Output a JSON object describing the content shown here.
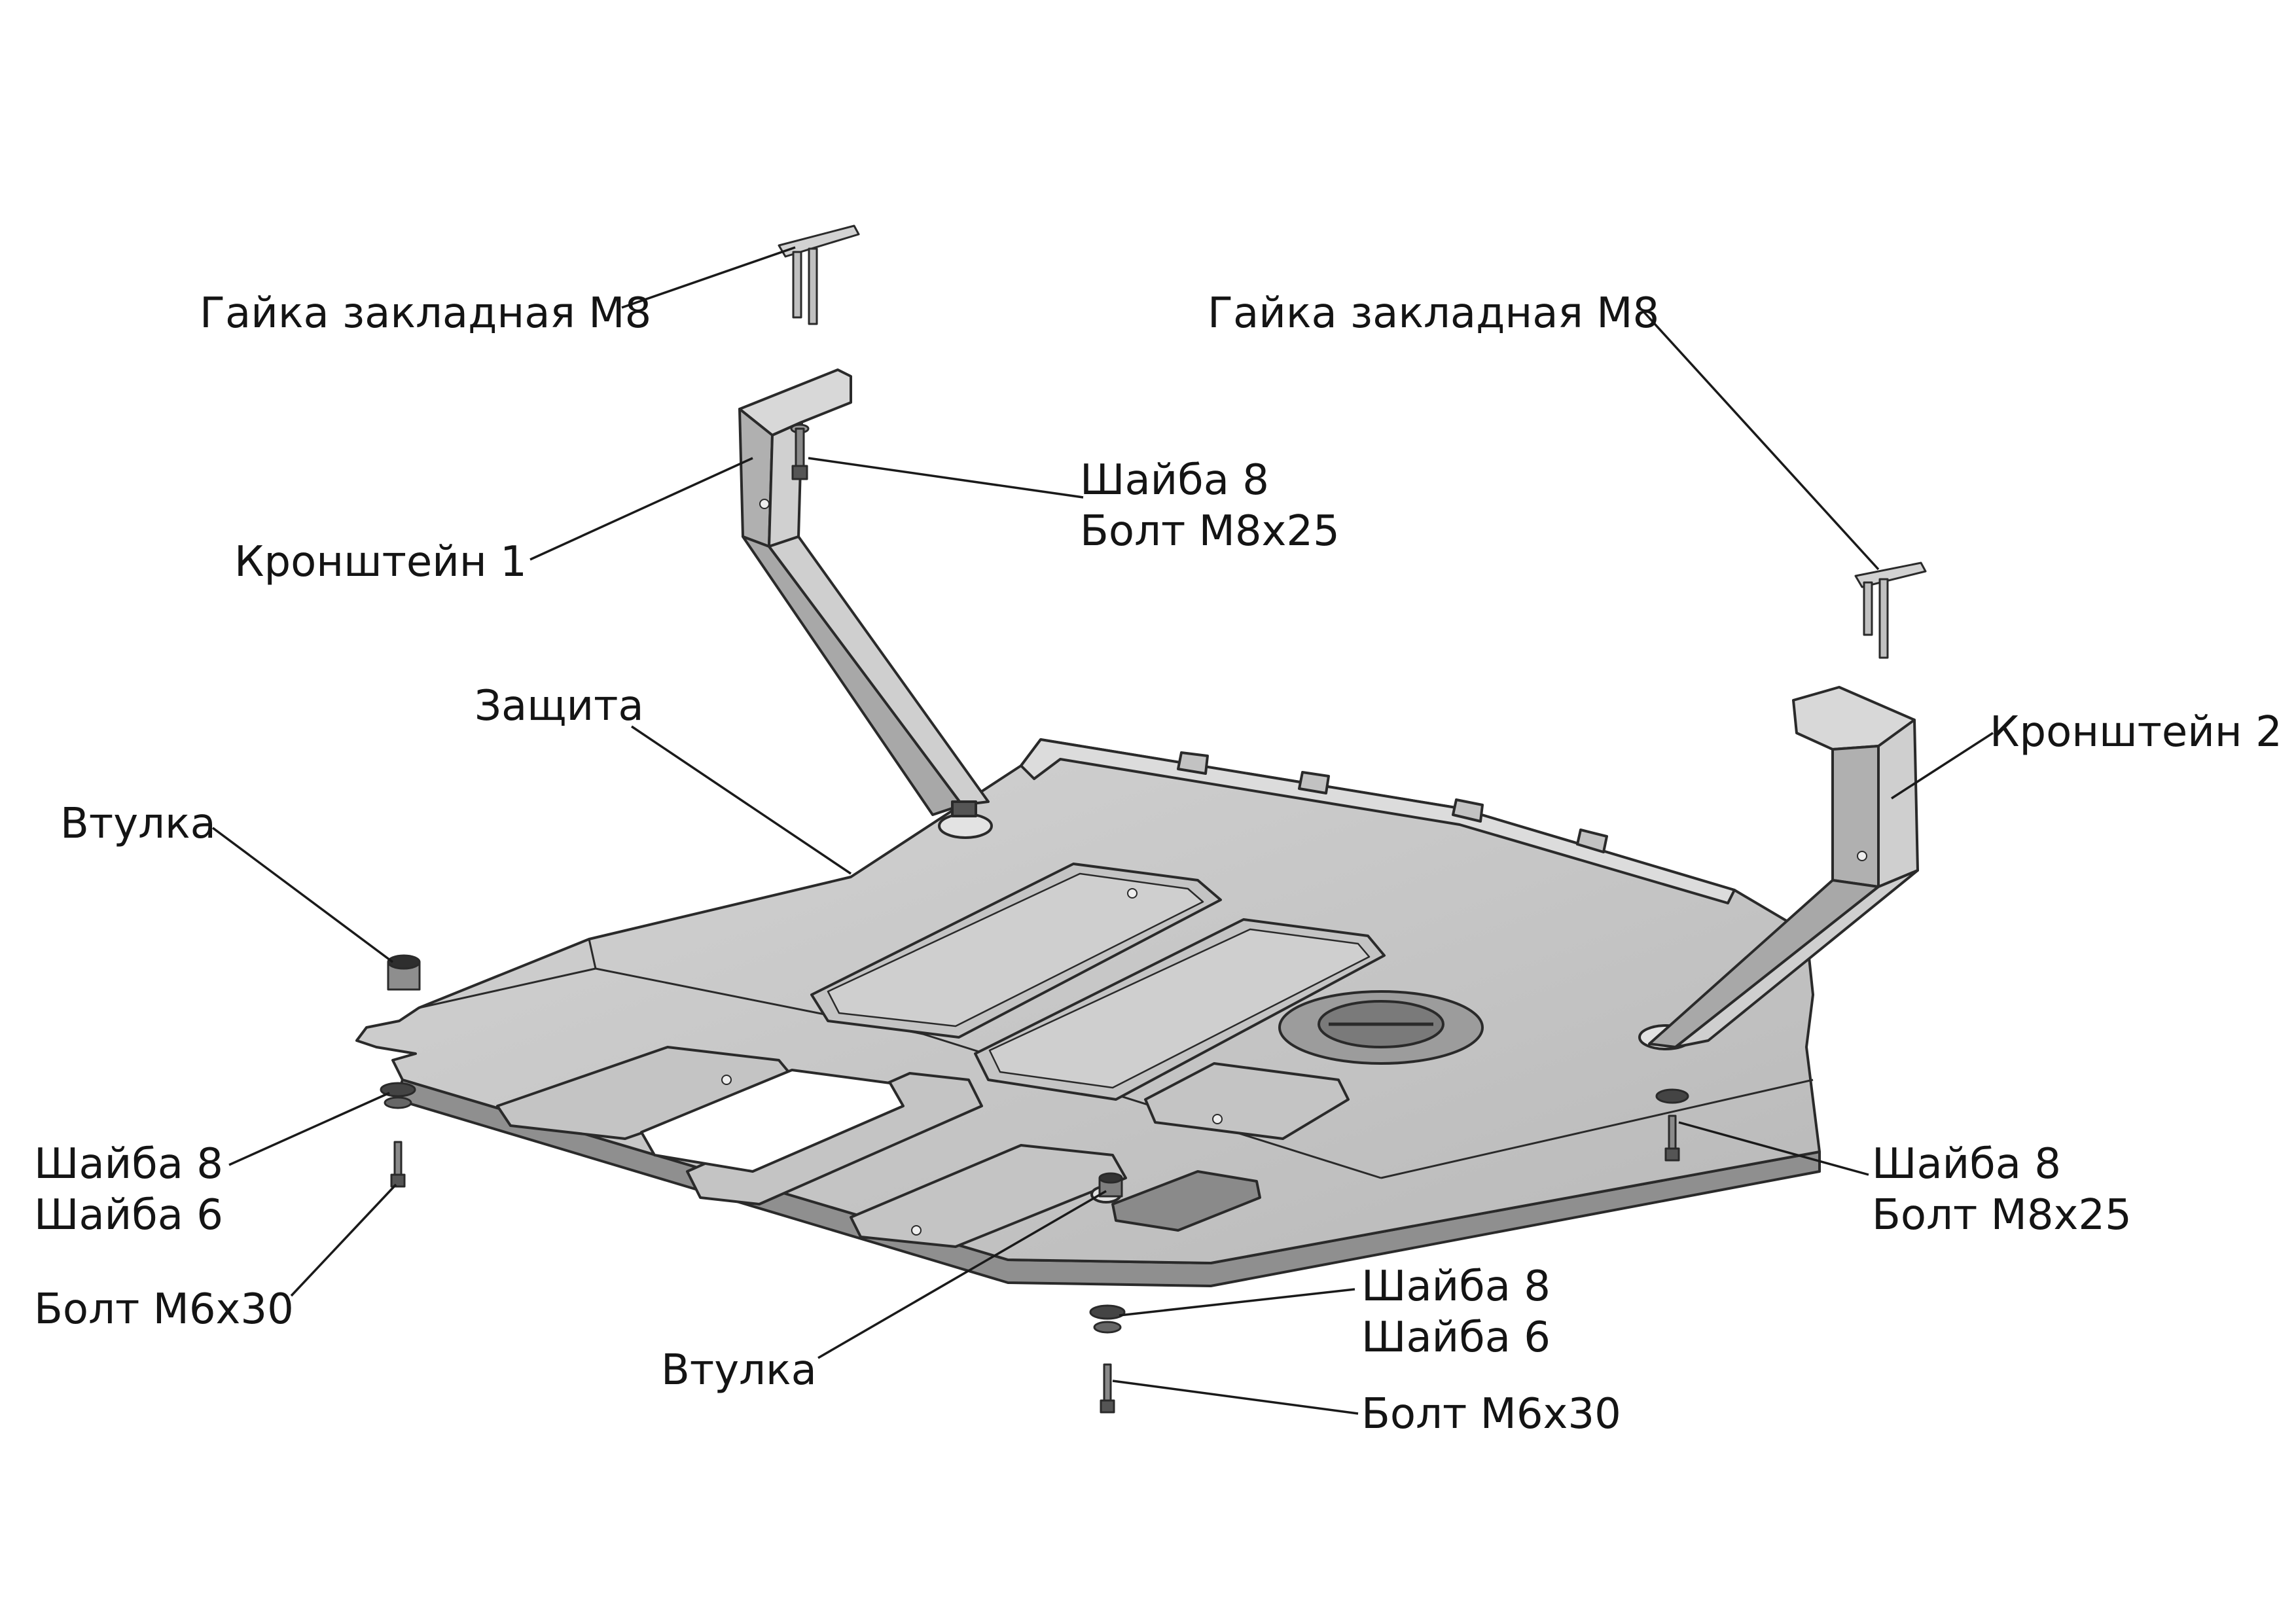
{
  "labels": {
    "nut_left": "Гайка закладная М8",
    "nut_right": "Гайка закладная М8",
    "washer_bolt_top_1": "Шайба 8",
    "washer_bolt_top_2": "Болт М8х25",
    "bracket1": "Кронштейн 1",
    "shield": "Защита",
    "bracket2": "Кронштейн 2",
    "bushing_left": "Втулка",
    "washers_left_1": "Шайба 8",
    "washers_left_2": "Шайба 6",
    "bolt_left": "Болт М6х30",
    "bushing_bottom": "Втулка",
    "washer_bolt_right_1": "Шайба 8",
    "washer_bolt_right_2": "Болт М8х25",
    "washers_bottom_1": "Шайба 8",
    "washers_bottom_2": "Шайба 6",
    "bolt_bottom": "Болт М6х30"
  },
  "colors": {
    "metal": "#c9c9c9",
    "metal_light": "#dedede",
    "metal_dark": "#9a9a9a",
    "stroke": "#2a2a2a",
    "leader": "#1a1a1a",
    "text": "#141414"
  }
}
